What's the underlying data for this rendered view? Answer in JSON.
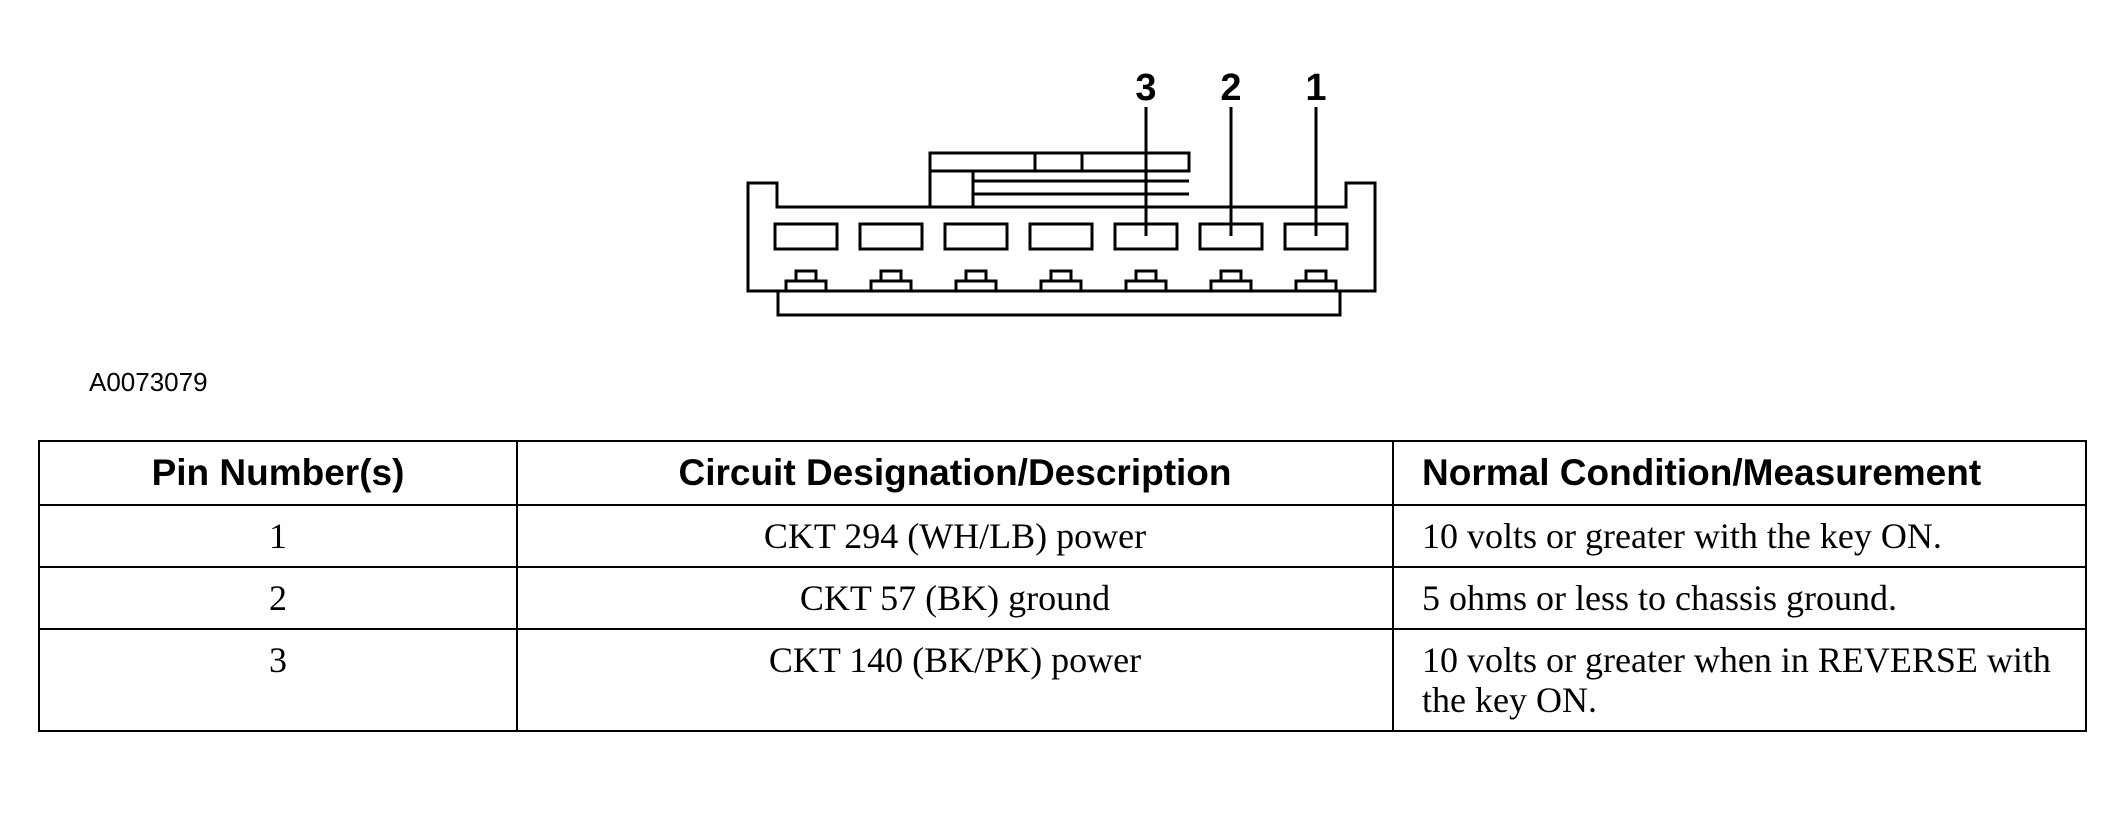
{
  "diagram": {
    "pin_callouts": [
      "3",
      "2",
      "1"
    ],
    "figure_id": "A0073079"
  },
  "table": {
    "headers": [
      "Pin Number(s)",
      "Circuit Designation/Description",
      "Normal Condition/Measurement"
    ],
    "rows": [
      {
        "pin": "1",
        "circuit": "CKT 294 (WH/LB) power",
        "condition": "10 volts or greater with the key ON."
      },
      {
        "pin": "2",
        "circuit": "CKT 57 (BK) ground",
        "condition": "5 ohms or less to chassis ground."
      },
      {
        "pin": "3",
        "circuit": "CKT 140 (BK/PK) power",
        "condition": "10 volts or greater when in REVERSE with the key ON."
      }
    ]
  }
}
